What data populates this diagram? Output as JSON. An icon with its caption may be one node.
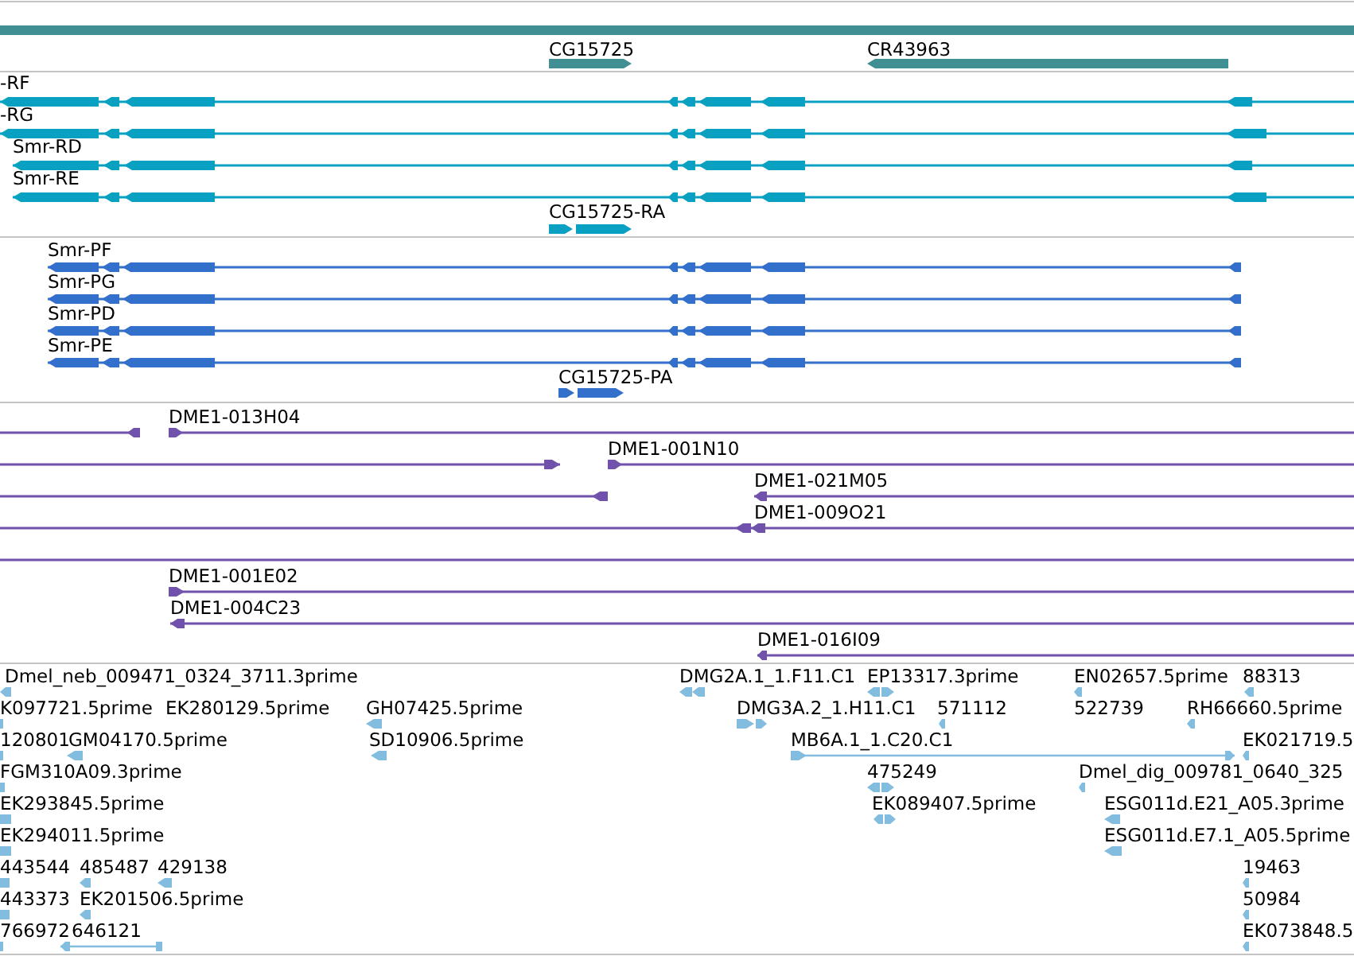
{
  "diagram": {
    "labels": [
      "CG15725",
      "CR43963",
      "-RF",
      "-RG",
      "Smr-RD",
      "Smr-RE",
      "CG15725-RA",
      "Smr-PF",
      "Smr-PG",
      "Smr-PD",
      "Smr-PE",
      "CG15725-PA",
      "DME1-013H04",
      "DME1-001N10",
      "DME1-021M05",
      "DME1-009O21",
      "DME1-001E02",
      "DME1-004C23",
      "DME1-016I09",
      "Dmel_neb_009471_0324_3711.3prime",
      "DMG2A.1_1.F11.C1",
      "EP13317.3prime",
      "EN02657.5prime",
      "88313",
      "K097721.5prime",
      "EK280129.5prime",
      "GH07425.5prime",
      "DMG3A.2_1.H11.C1",
      "571112",
      "522739",
      "RH66660.5prime",
      "120801",
      "GM04170.5prime",
      "SD10906.5prime",
      "MB6A.1_1.C20.C1",
      "EK021719.5",
      "FGM310A09.3prime",
      "475249",
      "Dmel_dig_009781_0640_325",
      "EK293845.5prime",
      "EK089407.5prime",
      "ESG011d.E21_A05.3prime",
      "EK294011.5prime",
      "ESG011d.E7.1_A05.5prime",
      "443544",
      "485487",
      "429138",
      "19463",
      "443373",
      "EK201506.5prime",
      "50984",
      "766972",
      "646121",
      "EK073848.5"
    ]
  }
}
